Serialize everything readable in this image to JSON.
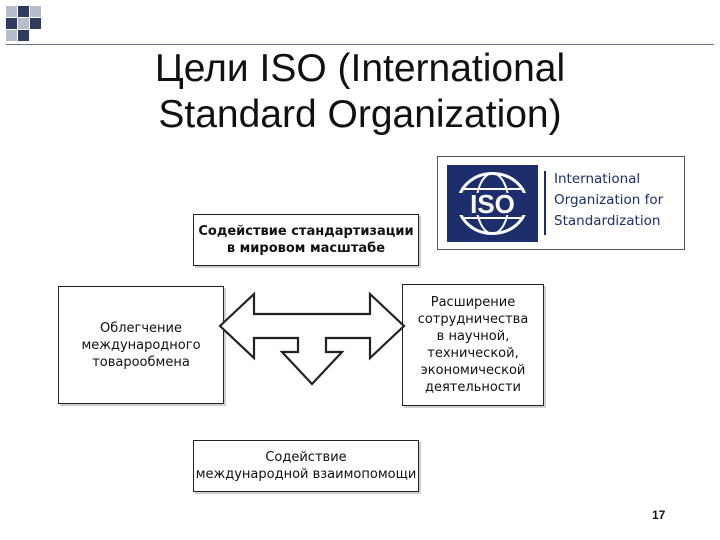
{
  "slide": {
    "title_line1": "Цели ISO (International",
    "title_line2": "Standard Organization)",
    "page_number": "17"
  },
  "logo": {
    "mark": "ISO",
    "line1": "International",
    "line2": "Organization for",
    "line3": "Standardization"
  },
  "boxes": {
    "top_line1": "Содействие стандартизации",
    "top_line2": "в мировом масштабе",
    "left_line1": "Облегчение",
    "left_line2": "международного",
    "left_line3": "товарообмена",
    "right_line1": "Расширение",
    "right_line2": "сотрудничества",
    "right_line3": "в научной,",
    "right_line4": "технической,",
    "right_line5": "экономической",
    "right_line6": "деятельности",
    "bottom_line1": "Содействие",
    "bottom_line2": "международной взаимопомощи"
  },
  "colors": {
    "corner_dark": "#2f3a5c",
    "corner_light": "#b7bccb",
    "rule": "#6b7390",
    "logo_blue": "#1d2e6d"
  },
  "icons": {
    "arrow": "three-way-arrow",
    "logo": "iso-globe-logo"
  }
}
